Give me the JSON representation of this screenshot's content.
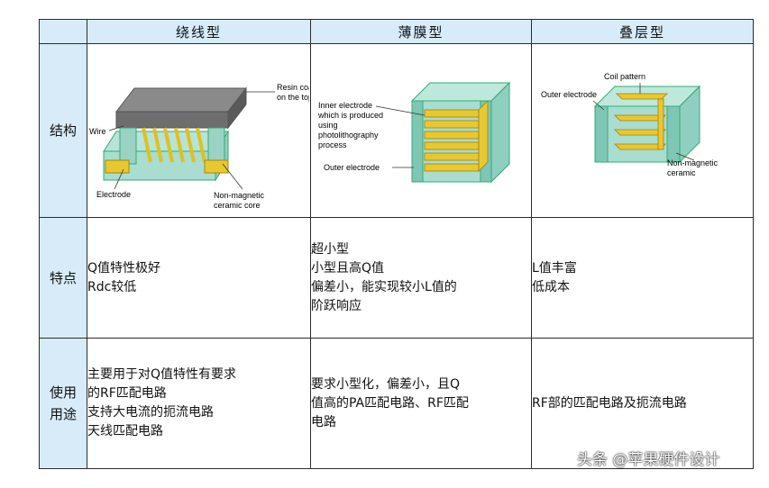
{
  "header": {
    "corner": "",
    "col1": "绕线型",
    "col2": "薄膜型",
    "col3": "叠层型"
  },
  "rows": {
    "structure": {
      "label": "结构"
    },
    "features": {
      "label": "特点",
      "col1": [
        "Q值特性极好",
        "Rdc较低"
      ],
      "col2": [
        "超小型",
        "小型且高Q值",
        "偏差小，能实现较小L值的",
        "阶跃响应"
      ],
      "col3": [
        "L值丰富",
        "低成本"
      ]
    },
    "usage": {
      "label_lines": [
        "使用",
        "用途"
      ],
      "col1": [
        "主要用于对Q值特性有要求",
        "的RF匹配电路",
        "支持大电流的扼流电路",
        "天线匹配电路"
      ],
      "col2": [
        "要求小型化，偏差小，且Q",
        "值高的PA匹配电路、RF匹配",
        "电路"
      ],
      "col3": [
        "RF部的匹配电路及扼流电路"
      ]
    }
  },
  "figures": {
    "wirewound": {
      "resin": [
        "Resin coating",
        "on the top"
      ],
      "wire": "Wire",
      "electrode": "Electrode",
      "core": [
        "Non-magnetic",
        "ceramic core"
      ]
    },
    "thinfilm": {
      "inner": [
        "Inner electrode",
        "which is produced",
        "using",
        "photolithography",
        "process"
      ],
      "outer": "Outer electrode"
    },
    "multilayer": {
      "coil": "Coil pattern",
      "outer": "Outer electrode",
      "ceramic": [
        "Non-magnetic",
        "ceramic"
      ]
    }
  },
  "watermark": "头条 @苹果硬件设计",
  "colors": {
    "header_bg": "#d7ecf8",
    "coil": "#e8c830",
    "ceramic": "#a8ddd0",
    "resin": "#707070"
  }
}
